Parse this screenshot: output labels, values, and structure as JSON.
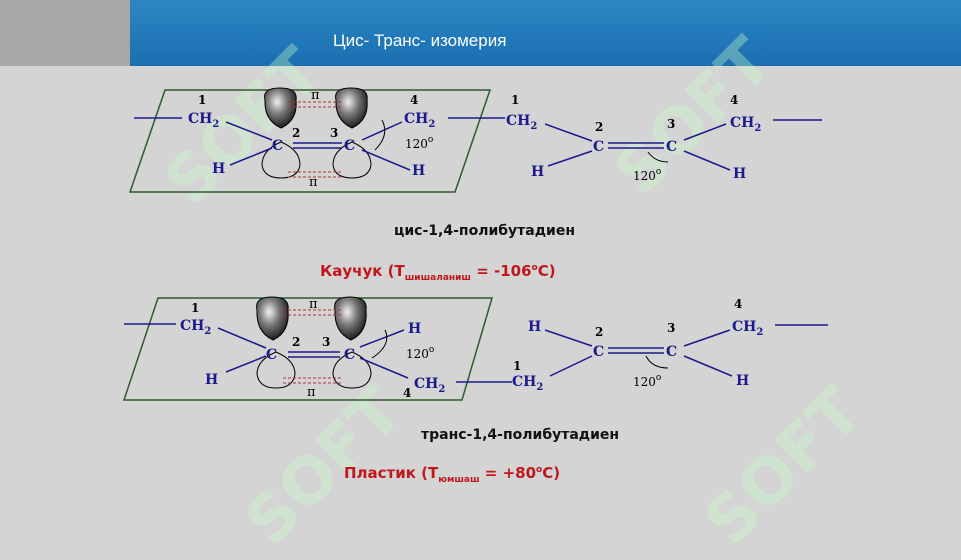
{
  "header": {
    "title": "Цис- Транс- изомерия"
  },
  "cis": {
    "caption": "цис-1,4-полибутадиен",
    "property_name": "Каучук",
    "property_sub": "шишаланиш",
    "property_value": "= -106",
    "property_deg": "o",
    "property_unit": "С)",
    "left": {
      "ch2_a": "CH2",
      "ch2_b": "CH2",
      "c2": "C",
      "c3": "C",
      "h_a": "H",
      "h_b": "H",
      "n1": "1",
      "n2": "2",
      "n3": "3",
      "n4": "4",
      "pi_top": "π",
      "pi_bottom": "π",
      "angle": "120o"
    },
    "right": {
      "ch2_a": "CH2",
      "ch2_b": "CH2",
      "c2": "C",
      "c3": "C",
      "h_a": "H",
      "h_b": "H",
      "n1": "1",
      "n2": "2",
      "n3": "3",
      "n4": "4",
      "angle": "120o"
    }
  },
  "trans": {
    "caption": "транс-1,4-полибутадиен",
    "property_name": "Пластик",
    "property_sub": "юмшаш",
    "property_value": "= +80",
    "property_deg": "o",
    "property_unit": "С)",
    "left": {
      "ch2_a": "CH2",
      "ch2_b": "CH2",
      "c2": "C",
      "c3": "C",
      "h_a": "H",
      "h_b": "H",
      "n1": "1",
      "n2": "2",
      "n3": "3",
      "n4": "4",
      "pi_top": "π",
      "pi_bottom": "π",
      "angle": "120o"
    },
    "right": {
      "ch2_a": "CH2",
      "ch2_b": "CH2",
      "c2": "C",
      "c3": "C",
      "h_a": "H",
      "h_b": "H",
      "n1": "1",
      "n2": "2",
      "n3": "3",
      "n4": "4",
      "angle": "120o"
    }
  },
  "watermark": "SOFT",
  "colors": {
    "header_blue": "#1f78b8",
    "bond": "#1a1a8c",
    "plane": "#2f5a2f",
    "red_label": "#c0161c",
    "background": "#d4d4d4"
  }
}
